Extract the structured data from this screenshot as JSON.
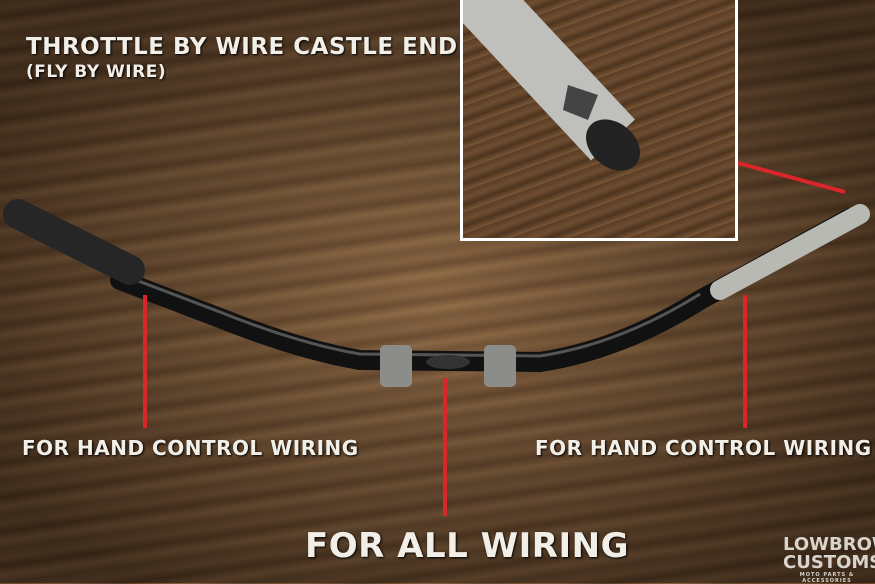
{
  "annotations": {
    "title": "THROTTLE BY WIRE CASTLE END",
    "subtitle": "(FLY BY WIRE)",
    "left_label": "FOR HAND CONTROL WIRING",
    "right_label": "FOR HAND CONTROL WIRING",
    "center_label": "FOR ALL WIRING"
  },
  "logo": {
    "line1": "LOWBROW",
    "line2": "CUSTOMS",
    "tagline": "MOTO PARTS & ACCESSORIES"
  },
  "colors": {
    "pointer": "#d8262a",
    "text": "#f2efe8",
    "frame": "#ffffff"
  }
}
